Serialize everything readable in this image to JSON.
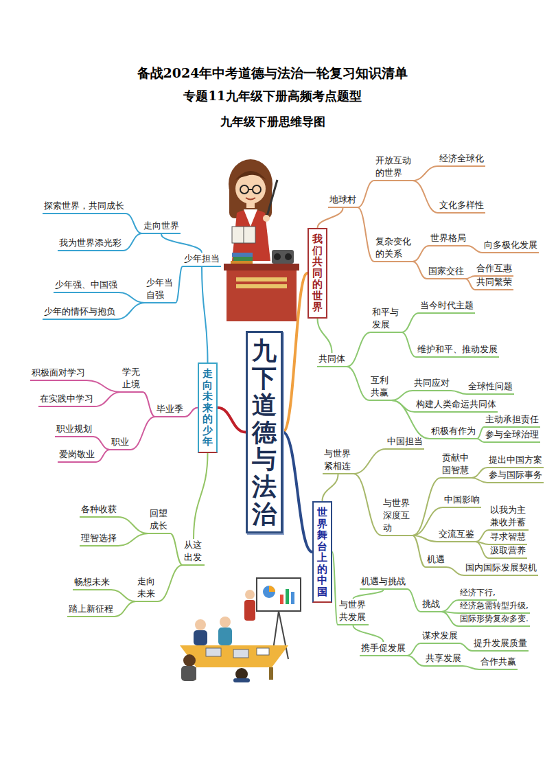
{
  "diagram": {
    "title": "备战2024年中考道德与法治一轮复习知识清单",
    "nodes": [
      {
        "text": [
          "九下道德与法治"
        ]
      },
      {
        "text": [
          "我们共同的世界"
        ]
      },
      {
        "text": [
          "地球村"
        ]
      },
      {
        "text": [
          "开放互动的世界"
        ]
      },
      {
        "text": [
          "经济全球化"
        ]
      },
      {
        "text": [
          "文化多样性"
        ]
      },
      {
        "text": [
          "复杂变化的关系"
        ]
      },
      {
        "text": [
          "世界格局"
        ]
      },
      {
        "text": [
          "向多极化发展"
        ]
      },
      {
        "text": [
          "国家交往"
        ]
      },
      {
        "text": [
          "合作互惠"
        ]
      },
      {
        "text": [
          "共同繁荣"
        ]
      },
      {
        "text": [
          "共同体"
        ]
      },
      {
        "text": [
          "和平与发展"
        ]
      },
      {
        "text": [
          "当今时代主题"
        ]
      },
      {
        "text": [
          "维护和平、推动发展"
        ]
      },
      {
        "text": [
          "互利共赢"
        ]
      },
      {
        "text": [
          "共同应对"
        ]
      },
      {
        "text": [
          "全球性问题"
        ]
      },
      {
        "text": [
          "构建人类命运共同体"
        ]
      },
      {
        "text": [
          "积极有作为"
        ]
      },
      {
        "text": [
          "主动承担责任"
        ]
      },
      {
        "text": [
          "参与全球治理"
        ]
      },
      {
        "text": [
          "世界舞台上的中国"
        ]
      },
      {
        "text": [
          "与世界紧相连"
        ]
      },
      {
        "text": [
          "中国担当"
        ]
      },
      {
        "text": [
          "与世界深度互动"
        ]
      },
      {
        "text": [
          "贡献中国智慧"
        ]
      },
      {
        "text": [
          "提出中国方案"
        ]
      },
      {
        "text": [
          "参与国际事务"
        ]
      },
      {
        "text": [
          "中国影响"
        ]
      },
      {
        "text": [
          "交流互鉴"
        ]
      },
      {
        "text": [
          "以我为主 兼收并蓄"
        ]
      },
      {
        "text": [
          "寻求智慧"
        ]
      },
      {
        "text": [
          "汲取营养"
        ]
      },
      {
        "text": [
          "机遇"
        ]
      },
      {
        "text": [
          "国内国际发展契机"
        ]
      },
      {
        "text": [
          "与世界共发展"
        ]
      },
      {
        "text": [
          "机遇与挑战"
        ]
      },
      {
        "text": [
          "挑战"
        ]
      },
      {
        "text": [
          "经济下行,"
        ]
      },
      {
        "text": [
          "经济急需转型升级,"
        ]
      },
      {
        "text": [
          "国际形势复杂多变."
        ]
      },
      {
        "text": [
          "携手促发展"
        ]
      },
      {
        "text": [
          "谋求发展"
        ]
      },
      {
        "text": [
          "提升发展质量"
        ]
      },
      {
        "text": [
          "共享发展"
        ]
      },
      {
        "text": [
          "合作共赢"
        ]
      },
      {
        "text": [
          "走向未来的少年"
        ]
      },
      {
        "text": [
          "少年担当"
        ]
      },
      {
        "text": [
          "走向世界"
        ]
      },
      {
        "text": [
          "探索世界，共同成长"
        ]
      },
      {
        "text": [
          "我为世界添光彩"
        ]
      },
      {
        "text": [
          "少年当自强"
        ]
      },
      {
        "text": [
          "少年强、中国强"
        ]
      },
      {
        "text": [
          "少年的情怀与抱负"
        ]
      },
      {
        "text": [
          "学无止境"
        ]
      },
      {
        "text": [
          "积极面对学习"
        ]
      },
      {
        "text": [
          "在实践中学习"
        ]
      },
      {
        "text": [
          "毕业季"
        ]
      },
      {
        "text": [
          "职业"
        ]
      },
      {
        "text": [
          "职业规划"
        ]
      },
      {
        "text": [
          "爱岗敬业"
        ]
      },
      {
        "text": [
          "从这出发"
        ]
      },
      {
        "text": [
          "回望成长"
        ]
      },
      {
        "text": [
          "各种收获"
        ]
      },
      {
        "text": [
          "理智选择"
        ]
      },
      {
        "text": [
          "走向未来"
        ]
      },
      {
        "text": [
          "畅想未来"
        ]
      },
      {
        "text": [
          "踏上新征程"
        ]
      }
    ],
    "edges": [
      {
        "from": 0,
        "to": 1,
        "arrow": "none"
      },
      {
        "from": 1,
        "to": 2,
        "arrow": "none"
      },
      {
        "from": 2,
        "to": 3,
        "arrow": "none"
      },
      {
        "from": 3,
        "to": 4,
        "arrow": "none"
      },
      {
        "from": 3,
        "to": 5,
        "arrow": "none"
      },
      {
        "from": 2,
        "to": 6,
        "arrow": "none"
      },
      {
        "from": 6,
        "to": 7,
        "arrow": "none"
      },
      {
        "from": 7,
        "to": 8,
        "arrow": "none"
      },
      {
        "from": 6,
        "to": 9,
        "arrow": "none"
      },
      {
        "from": 9,
        "to": 10,
        "arrow": "none"
      },
      {
        "from": 9,
        "to": 11,
        "arrow": "none"
      },
      {
        "from": 1,
        "to": 12,
        "arrow": "none"
      },
      {
        "from": 12,
        "to": 13,
        "arrow": "none"
      },
      {
        "from": 13,
        "to": 14,
        "arrow": "none"
      },
      {
        "from": 13,
        "to": 15,
        "arrow": "none"
      },
      {
        "from": 12,
        "to": 16,
        "arrow": "none"
      },
      {
        "from": 16,
        "to": 17,
        "arrow": "none"
      },
      {
        "from": 17,
        "to": 18,
        "arrow": "none"
      },
      {
        "from": 16,
        "to": 19,
        "arrow": "none"
      },
      {
        "from": 16,
        "to": 20,
        "arrow": "none"
      },
      {
        "from": 20,
        "to": 21,
        "arrow": "none"
      },
      {
        "from": 20,
        "to": 22,
        "arrow": "none"
      },
      {
        "from": 0,
        "to": 23,
        "arrow": "none"
      },
      {
        "from": 23,
        "to": 24,
        "arrow": "none"
      },
      {
        "from": 24,
        "to": 25,
        "arrow": "none"
      },
      {
        "from": 24,
        "to": 26,
        "arrow": "none"
      },
      {
        "from": 26,
        "to": 27,
        "arrow": "none"
      },
      {
        "from": 27,
        "to": 28,
        "arrow": "none"
      },
      {
        "from": 27,
        "to": 29,
        "arrow": "none"
      },
      {
        "from": 26,
        "to": 30,
        "arrow": "none"
      },
      {
        "from": 26,
        "to": 31,
        "arrow": "none"
      },
      {
        "from": 31,
        "to": 32,
        "arrow": "none"
      },
      {
        "from": 31,
        "to": 33,
        "arrow": "none"
      },
      {
        "from": 31,
        "to": 34,
        "arrow": "none"
      },
      {
        "from": 26,
        "to": 35,
        "arrow": "none"
      },
      {
        "from": 35,
        "to": 36,
        "arrow": "none"
      },
      {
        "from": 23,
        "to": 37,
        "arrow": "none"
      },
      {
        "from": 37,
        "to": 38,
        "arrow": "none"
      },
      {
        "from": 38,
        "to": 39,
        "arrow": "none"
      },
      {
        "from": 39,
        "to": 40,
        "arrow": "none"
      },
      {
        "from": 39,
        "to": 41,
        "arrow": "none"
      },
      {
        "from": 39,
        "to": 42,
        "arrow": "none"
      },
      {
        "from": 37,
        "to": 43,
        "arrow": "none"
      },
      {
        "from": 43,
        "to": 44,
        "arrow": "none"
      },
      {
        "from": 44,
        "to": 45,
        "arrow": "none"
      },
      {
        "from": 43,
        "to": 46,
        "arrow": "none"
      },
      {
        "from": 46,
        "to": 47,
        "arrow": "none"
      },
      {
        "from": 0,
        "to": 48,
        "arrow": "none"
      },
      {
        "from": 48,
        "to": 49,
        "arrow": "none"
      },
      {
        "from": 49,
        "to": 50,
        "arrow": "none"
      },
      {
        "from": 50,
        "to": 51,
        "arrow": "none"
      },
      {
        "from": 50,
        "to": 52,
        "arrow": "none"
      },
      {
        "from": 49,
        "to": 53,
        "arrow": "none"
      },
      {
        "from": 53,
        "to": 54,
        "arrow": "none"
      },
      {
        "from": 53,
        "to": 55,
        "arrow": "none"
      },
      {
        "from": 48,
        "to": 59,
        "arrow": "none"
      },
      {
        "from": 59,
        "to": 56,
        "arrow": "none"
      },
      {
        "from": 56,
        "to": 57,
        "arrow": "none"
      },
      {
        "from": 56,
        "to": 58,
        "arrow": "none"
      },
      {
        "from": 59,
        "to": 60,
        "arrow": "none"
      },
      {
        "from": 60,
        "to": 61,
        "arrow": "none"
      },
      {
        "from": 60,
        "to": 62,
        "arrow": "none"
      },
      {
        "from": 48,
        "to": 63,
        "arrow": "none"
      },
      {
        "from": 63,
        "to": 64,
        "arrow": "none"
      },
      {
        "from": 64,
        "to": 65,
        "arrow": "none"
      },
      {
        "from": 64,
        "to": 66,
        "arrow": "none"
      },
      {
        "from": 63,
        "to": 67,
        "arrow": "none"
      },
      {
        "from": 67,
        "to": 68,
        "arrow": "none"
      },
      {
        "from": 67,
        "to": 69,
        "arrow": "none"
      }
    ],
    "labels": [
      "专题11九年级下册高频考点题型",
      "九年级下册思维导图"
    ]
  }
}
